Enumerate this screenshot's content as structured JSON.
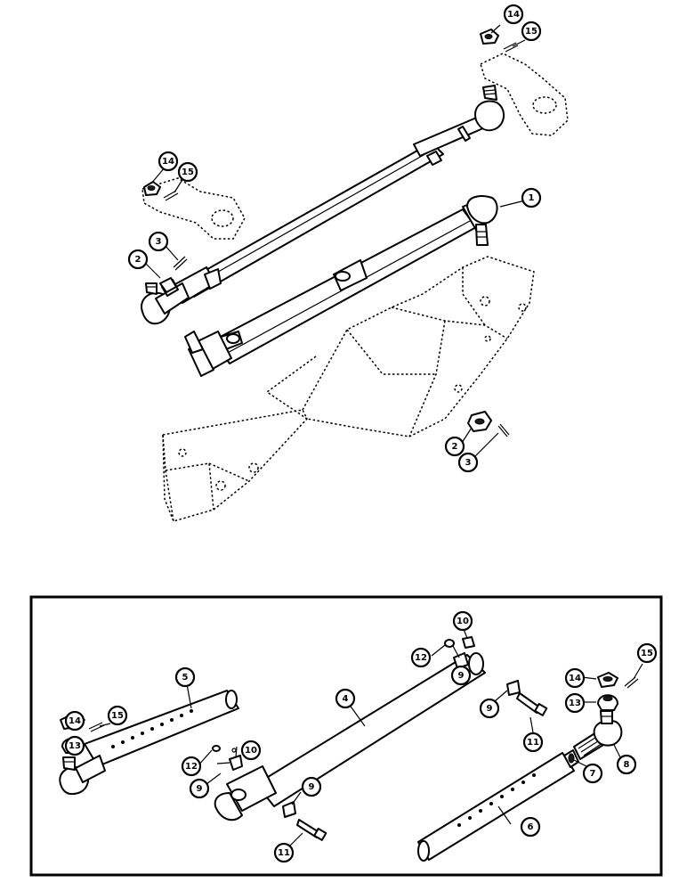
{
  "callouts": {
    "upper": [
      {
        "id": "u1",
        "label": "1"
      },
      {
        "id": "u2a",
        "label": "2"
      },
      {
        "id": "u3a",
        "label": "3"
      },
      {
        "id": "u2b",
        "label": "2"
      },
      {
        "id": "u3b",
        "label": "3"
      },
      {
        "id": "u14a",
        "label": "14"
      },
      {
        "id": "u15a",
        "label": "15"
      },
      {
        "id": "u14b",
        "label": "14"
      },
      {
        "id": "u15b",
        "label": "15"
      }
    ],
    "lower": [
      {
        "id": "l4",
        "label": "4"
      },
      {
        "id": "l5",
        "label": "5"
      },
      {
        "id": "l6",
        "label": "6"
      },
      {
        "id": "l7",
        "label": "7"
      },
      {
        "id": "l8",
        "label": "8"
      },
      {
        "id": "l9a",
        "label": "9"
      },
      {
        "id": "l9b",
        "label": "9"
      },
      {
        "id": "l9c",
        "label": "9"
      },
      {
        "id": "l9d",
        "label": "9"
      },
      {
        "id": "l10a",
        "label": "10"
      },
      {
        "id": "l10b",
        "label": "10"
      },
      {
        "id": "l11a",
        "label": "11"
      },
      {
        "id": "l11b",
        "label": "11"
      },
      {
        "id": "l12a",
        "label": "12"
      },
      {
        "id": "l12b",
        "label": "12"
      },
      {
        "id": "l13a",
        "label": "13"
      },
      {
        "id": "l13b",
        "label": "13"
      },
      {
        "id": "l14a",
        "label": "14"
      },
      {
        "id": "l14b",
        "label": "14"
      },
      {
        "id": "l15a",
        "label": "15"
      },
      {
        "id": "l15b",
        "label": "15"
      }
    ]
  }
}
